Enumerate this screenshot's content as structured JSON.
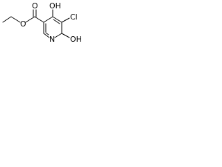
{
  "molecule": {
    "atom_labels": {
      "carbonyl_oxygen": "O",
      "ester_oxygen": "O",
      "hydroxy_top": "OH",
      "chloro": "Cl",
      "ring_nitrogen": "N",
      "hydroxy_bottom": "OH"
    }
  }
}
